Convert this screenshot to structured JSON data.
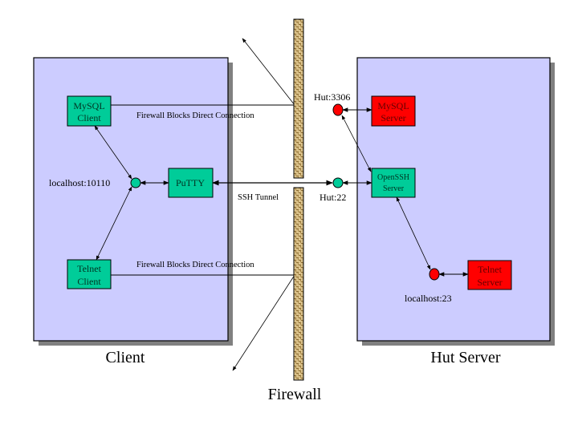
{
  "diagram": {
    "title_labels": {
      "client": "Client",
      "hut_server": "Hut Server",
      "firewall": "Firewall"
    },
    "colors": {
      "panel_fill": "#ccccff",
      "panel_shadow": "#808080",
      "client_box": "#00cc99",
      "server_box_red": "#ff0000",
      "server_text_red": "#660000",
      "node_teal": "#00cc99",
      "node_red": "#ff0000",
      "firewall_fill": "#c8a870"
    },
    "client": {
      "mysql_client": [
        "MySQL",
        "Client"
      ],
      "telnet_client": [
        "Telnet",
        "Client"
      ],
      "putty": "PuTTY",
      "local_port": "localhost:10110"
    },
    "server": {
      "mysql_server": [
        "MySQL",
        "Server"
      ],
      "openssh_server": [
        "OpenSSH",
        "Server"
      ],
      "telnet_server": [
        "Telnet",
        "Server"
      ],
      "mysql_port": "Hut:3306",
      "ssh_port": "Hut:22",
      "telnet_port": "localhost:23"
    },
    "connections": {
      "blocked_top": "Firewall Blocks Direct Connection",
      "blocked_bottom": "Firewall Blocks Direct Connection",
      "tunnel": "SSH Tunnel"
    }
  }
}
